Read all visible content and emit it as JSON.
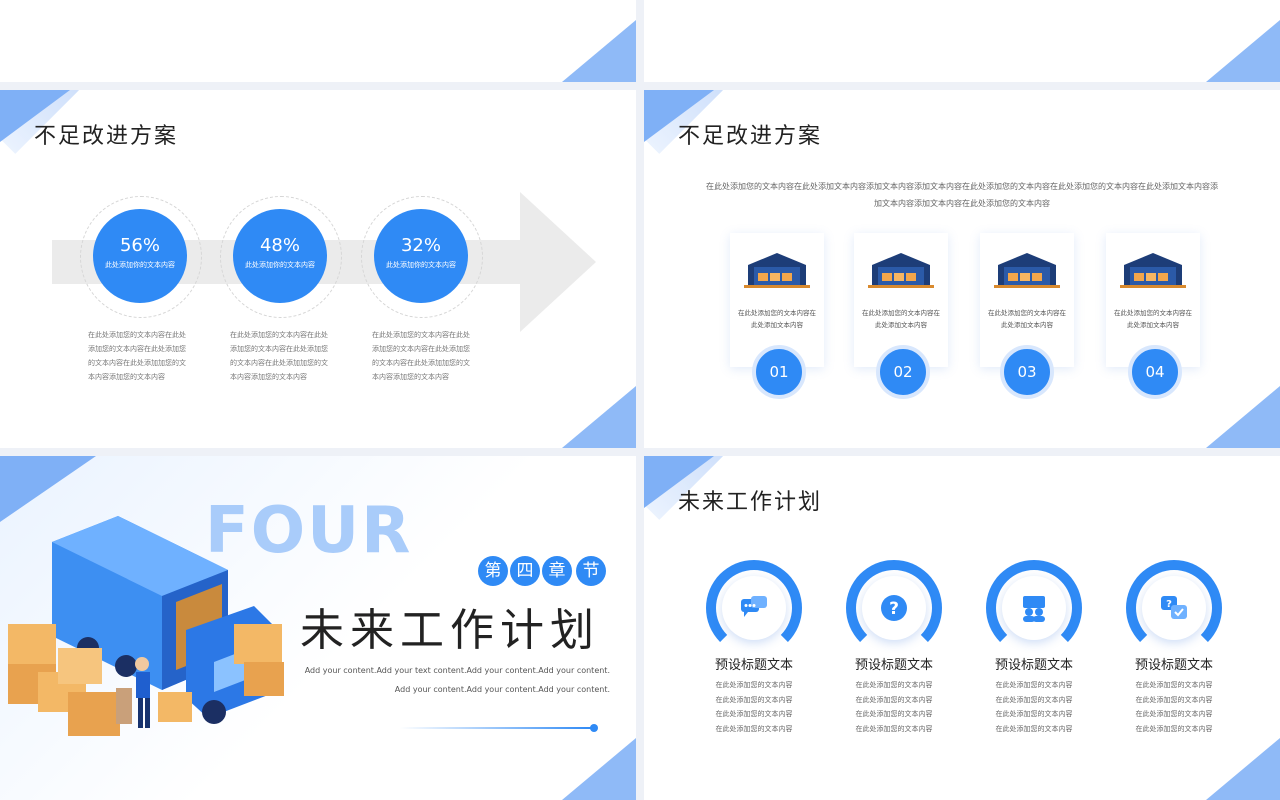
{
  "slide1": {
    "title": "不足改进方案",
    "items": [
      {
        "value": "56%",
        "label": "此处添加你的文本内容",
        "text": "在此处添加您的文本内容在此处添加您的文本内容在此处添加您的文本内容在此处添加加您的文本内容添加您的文本内容"
      },
      {
        "value": "48%",
        "label": "此处添加你的文本内容",
        "text": "在此处添加您的文本内容在此处添加您的文本内容在此处添加您的文本内容在此处添加加您的文本内容添加您的文本内容"
      },
      {
        "value": "32%",
        "label": "此处添加你的文本内容",
        "text": "在此处添加您的文本内容在此处添加您的文本内容在此处添加您的文本内容在此处添加加您的文本内容添加您的文本内容"
      }
    ]
  },
  "slide2": {
    "title": "不足改进方案",
    "intro": "在此处添加您的文本内容在此处添加文本内容添加文本内容添加文本内容在此处添加您的文本内容在此处添加您的文本内容在此处添加文本内容添加文本内容添加文本内容在此处添加您的文本内容",
    "cards": [
      {
        "number": "01",
        "text": "在此处添加您的文本内容在此处添加文本内容"
      },
      {
        "number": "02",
        "text": "在此处添加您的文本内容在此处添加文本内容"
      },
      {
        "number": "03",
        "text": "在此处添加您的文本内容在此处添加文本内容"
      },
      {
        "number": "04",
        "text": "在此处添加您的文本内容在此处添加文本内容"
      }
    ]
  },
  "slide3": {
    "watermark": "FOUR",
    "chapter_chars": [
      "第",
      "四",
      "章",
      "节"
    ],
    "title": "未来工作计划",
    "line1": "Add your content.Add your text content.Add your content.Add your content.",
    "line2": "Add your content.Add your content.Add your content."
  },
  "slide4": {
    "title": "未来工作计划",
    "features": [
      {
        "icon": "chat-icon",
        "title": "预设标题文本",
        "lines": [
          "在此处添加您的文本内容",
          "在此处添加您的文本内容",
          "在此处添加您的文本内容",
          "在此处添加您的文本内容"
        ]
      },
      {
        "icon": "question-icon",
        "title": "预设标题文本",
        "lines": [
          "在此处添加您的文本内容",
          "在此处添加您的文本内容",
          "在此处添加您的文本内容",
          "在此处添加您的文本内容"
        ]
      },
      {
        "icon": "team-icon",
        "title": "预设标题文本",
        "lines": [
          "在此处添加您的文本内容",
          "在此处添加您的文本内容",
          "在此处添加您的文本内容",
          "在此处添加您的文本内容"
        ]
      },
      {
        "icon": "feedback-icon",
        "title": "预设标题文本",
        "lines": [
          "在此处添加您的文本内容",
          "在此处添加您的文本内容",
          "在此处添加您的文本内容",
          "在此处添加您的文本内容"
        ]
      }
    ]
  },
  "colors": {
    "accent": "#2f8af5",
    "light_accent": "#8fbaf7"
  }
}
